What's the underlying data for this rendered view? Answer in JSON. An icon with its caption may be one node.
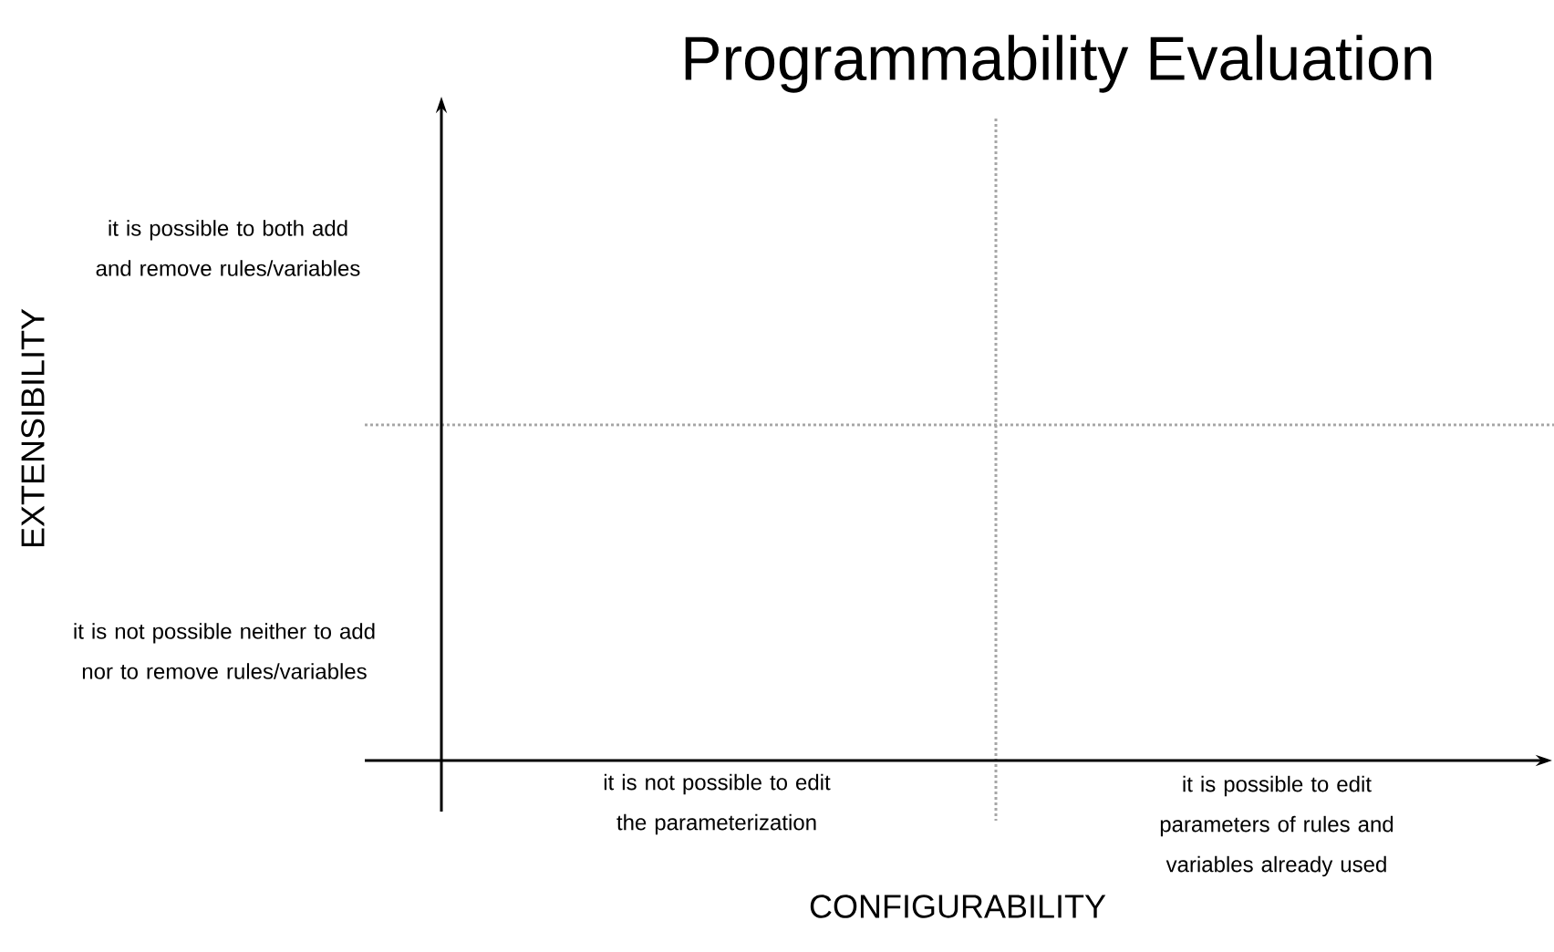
{
  "diagram": {
    "title": "Programmability Evaluation",
    "labels": [
      "EXTENSIBILITY",
      "it is possible to both add and remove rules/variables",
      "it is not possible neither to add nor to remove rules/variables",
      "it is not possible to edit the parameterization",
      "it is possible to edit parameters of rules and variables already used",
      "CONFIGURABILITY"
    ]
  }
}
